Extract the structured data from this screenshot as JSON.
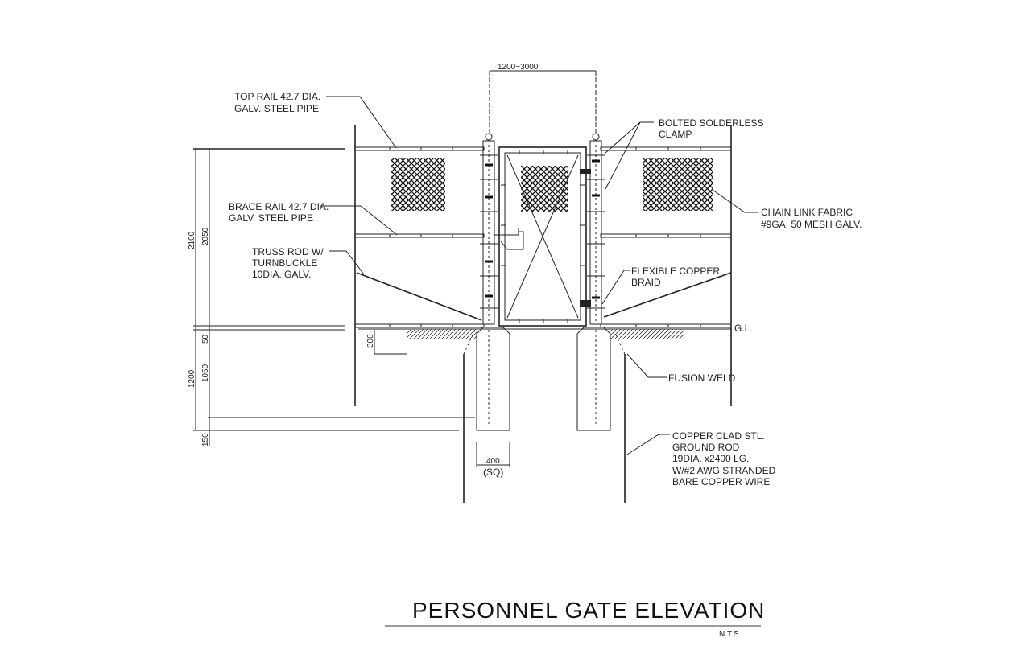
{
  "title": "PERSONNEL GATE ELEVATION",
  "scale_note": "N.T.S",
  "callouts": {
    "top_rail": [
      "TOP RAIL 42.7 DIA.",
      "GALV. STEEL PIPE"
    ],
    "brace_rail": [
      "BRACE RAIL 42.7 DIA.",
      "GALV. STEEL PIPE"
    ],
    "truss_rod": [
      "TRUSS ROD W/",
      "TURNBUCKLE",
      "10DIA. GALV."
    ],
    "clamp": [
      "BOLTED SOLDERLESS",
      "CLAMP"
    ],
    "fabric": [
      "CHAIN LINK FABRIC",
      "#9GA. 50 MESH GALV."
    ],
    "braid": [
      "FLEXIBLE COPPER",
      "BRAID"
    ],
    "ground_level": "G.L.",
    "fusion_weld": "FUSION WELD",
    "ground_rod": [
      "COPPER CLAD STL.",
      "GROUND ROD",
      "19DIA. x2400 LG.",
      "W/#2 AWG STRANDED",
      "BARE COPPER WIRE"
    ]
  },
  "dimensions": {
    "gate_width": "1200~3000",
    "total_height": "2100",
    "fabric_height": "2050",
    "clearance": "50",
    "footing_depth": "1200",
    "footing_body": "1050",
    "footing_bottom": "150",
    "rod_depth": "300",
    "footing_size": "400",
    "footing_size_note": "(SQ)"
  }
}
